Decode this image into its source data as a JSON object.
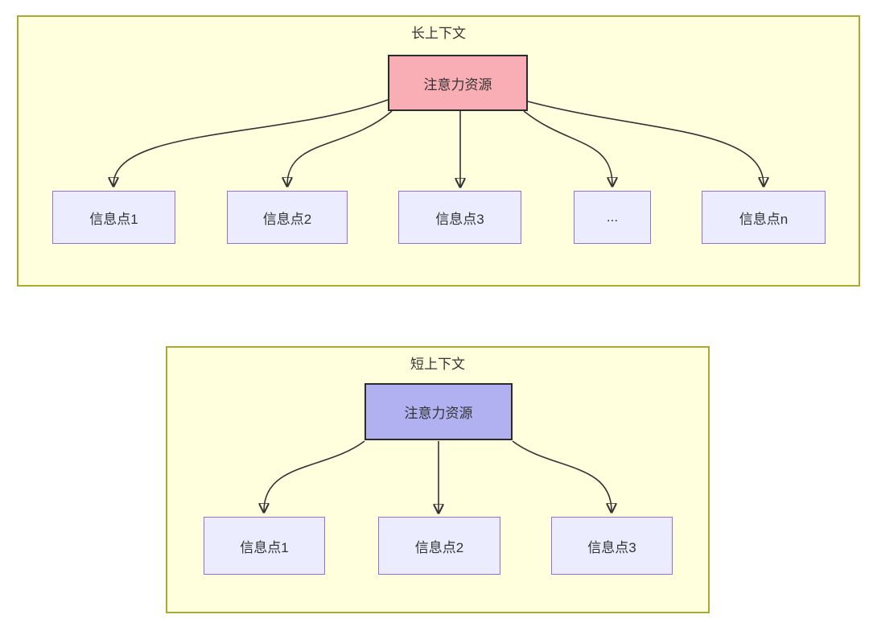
{
  "long_context": {
    "title": "长上下文",
    "source_label": "注意力资源",
    "points": [
      "信息点1",
      "信息点2",
      "信息点3",
      "...",
      "信息点n"
    ]
  },
  "short_context": {
    "title": "短上下文",
    "source_label": "注意力资源",
    "points": [
      "信息点1",
      "信息点2",
      "信息点3"
    ]
  },
  "colors": {
    "container_fill": "#ffffde",
    "container_border": "#aaaa33",
    "point_fill": "#ececff",
    "point_border": "#9370db",
    "long_source_fill": "#f9aeb6",
    "short_source_fill": "#b1b1f2",
    "edge_color": "#333333",
    "text_color": "#333333"
  }
}
